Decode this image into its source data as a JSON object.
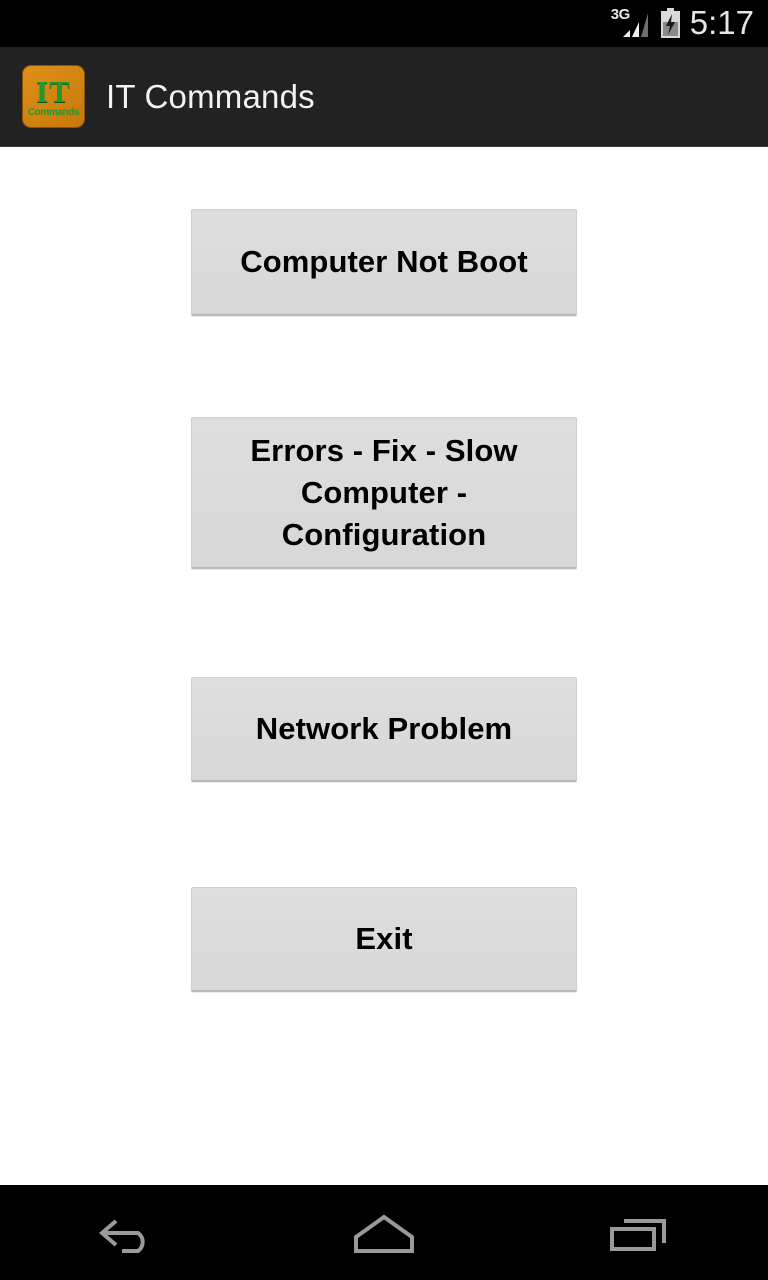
{
  "status_bar": {
    "network_type": "3G",
    "signal_icon": "signal-bars-icon",
    "battery_icon": "battery-charging-icon",
    "time": "5:17"
  },
  "action_bar": {
    "app_icon": {
      "name": "app-logo-icon",
      "primary_text": "IT",
      "secondary_text": "Commands",
      "background_color": "#d4820d",
      "text_color": "#1f9b2e"
    },
    "title": "IT Commands"
  },
  "main": {
    "background_color": "#ffffff",
    "buttons": [
      {
        "id": "computer-not-boot",
        "label": "Computer Not Boot"
      },
      {
        "id": "errors-fix-slow-computer-configuration",
        "label": "Errors - Fix - Slow\nComputer -\nConfiguration"
      },
      {
        "id": "network-problem",
        "label": "Network Problem"
      },
      {
        "id": "exit",
        "label": "Exit"
      }
    ],
    "button_color": "#dcdcdc",
    "button_text_color": "#000000"
  },
  "nav_bar": {
    "background_color": "#000000",
    "icon_color": "#9a9a9a",
    "items": [
      {
        "id": "back",
        "icon": "back-arrow-icon"
      },
      {
        "id": "home",
        "icon": "home-pentagon-icon"
      },
      {
        "id": "recents",
        "icon": "recent-apps-icon"
      }
    ]
  }
}
